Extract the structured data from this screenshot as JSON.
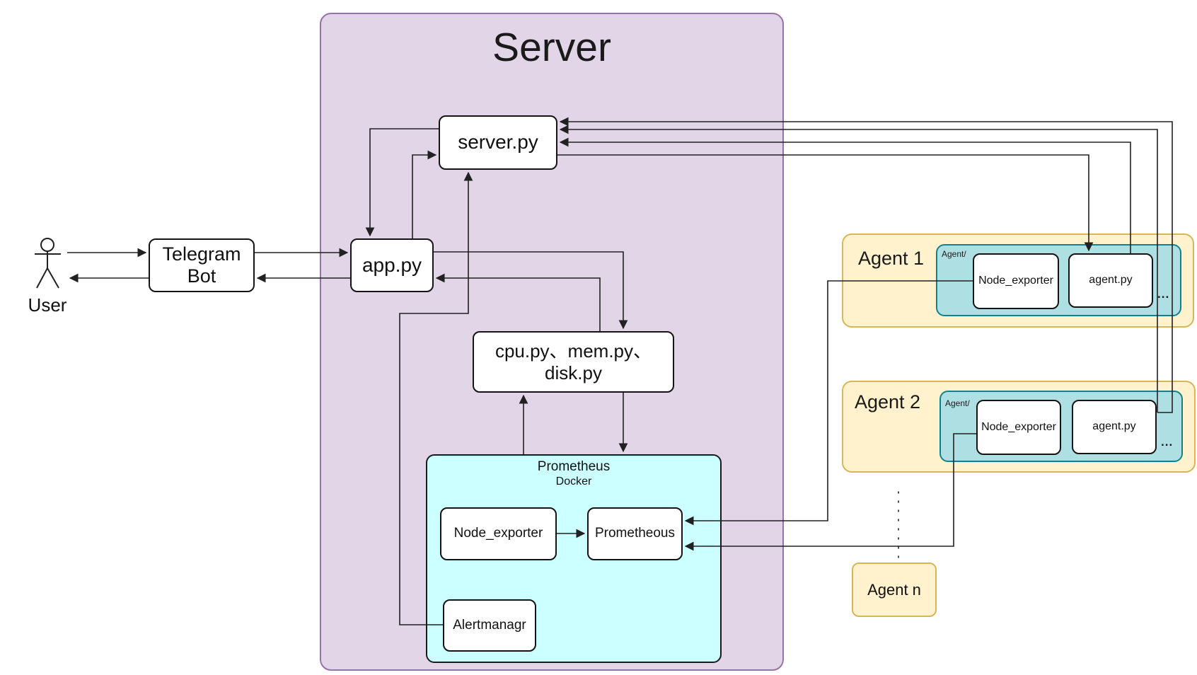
{
  "colors": {
    "purple-fill": "#E1D5E7",
    "purple-stroke": "#9673A6",
    "cyan-fill": "#CCFFFF",
    "cyan-stroke": "#1A1A1A",
    "yellow-fill": "#FFF2CC",
    "yellow-stroke": "#D6B656",
    "teal-fill": "#AEDFE3",
    "teal-stroke": "#13818C",
    "node-fill": "#FFFFFF",
    "node-stroke": "#141414",
    "wire": "#212121"
  },
  "actor": {
    "label": "User"
  },
  "telegram_bot": {
    "line1": "Telegram",
    "line2": "Bot"
  },
  "server": {
    "title": "Server",
    "server_py": "server.py",
    "app_py": "app.py",
    "metrics_scripts": "cpu.py、mem.py、disk.py"
  },
  "prometheus_docker": {
    "title": "Prometheus",
    "subtitle": "Docker",
    "node_exporter": "Node_exporter",
    "prometheous": "Prometheous",
    "alertmanager": "Alertmanagr"
  },
  "agent1": {
    "title": "Agent 1",
    "folder": "Agent/",
    "node_exporter": "Node_exporter",
    "agent_py": "agent.py",
    "more": "..."
  },
  "agent2": {
    "title": "Agent 2",
    "folder": "Agent/",
    "node_exporter": "Node_exporter",
    "agent_py": "agent.py",
    "more": "..."
  },
  "agent_n": {
    "title": "Agent n"
  }
}
